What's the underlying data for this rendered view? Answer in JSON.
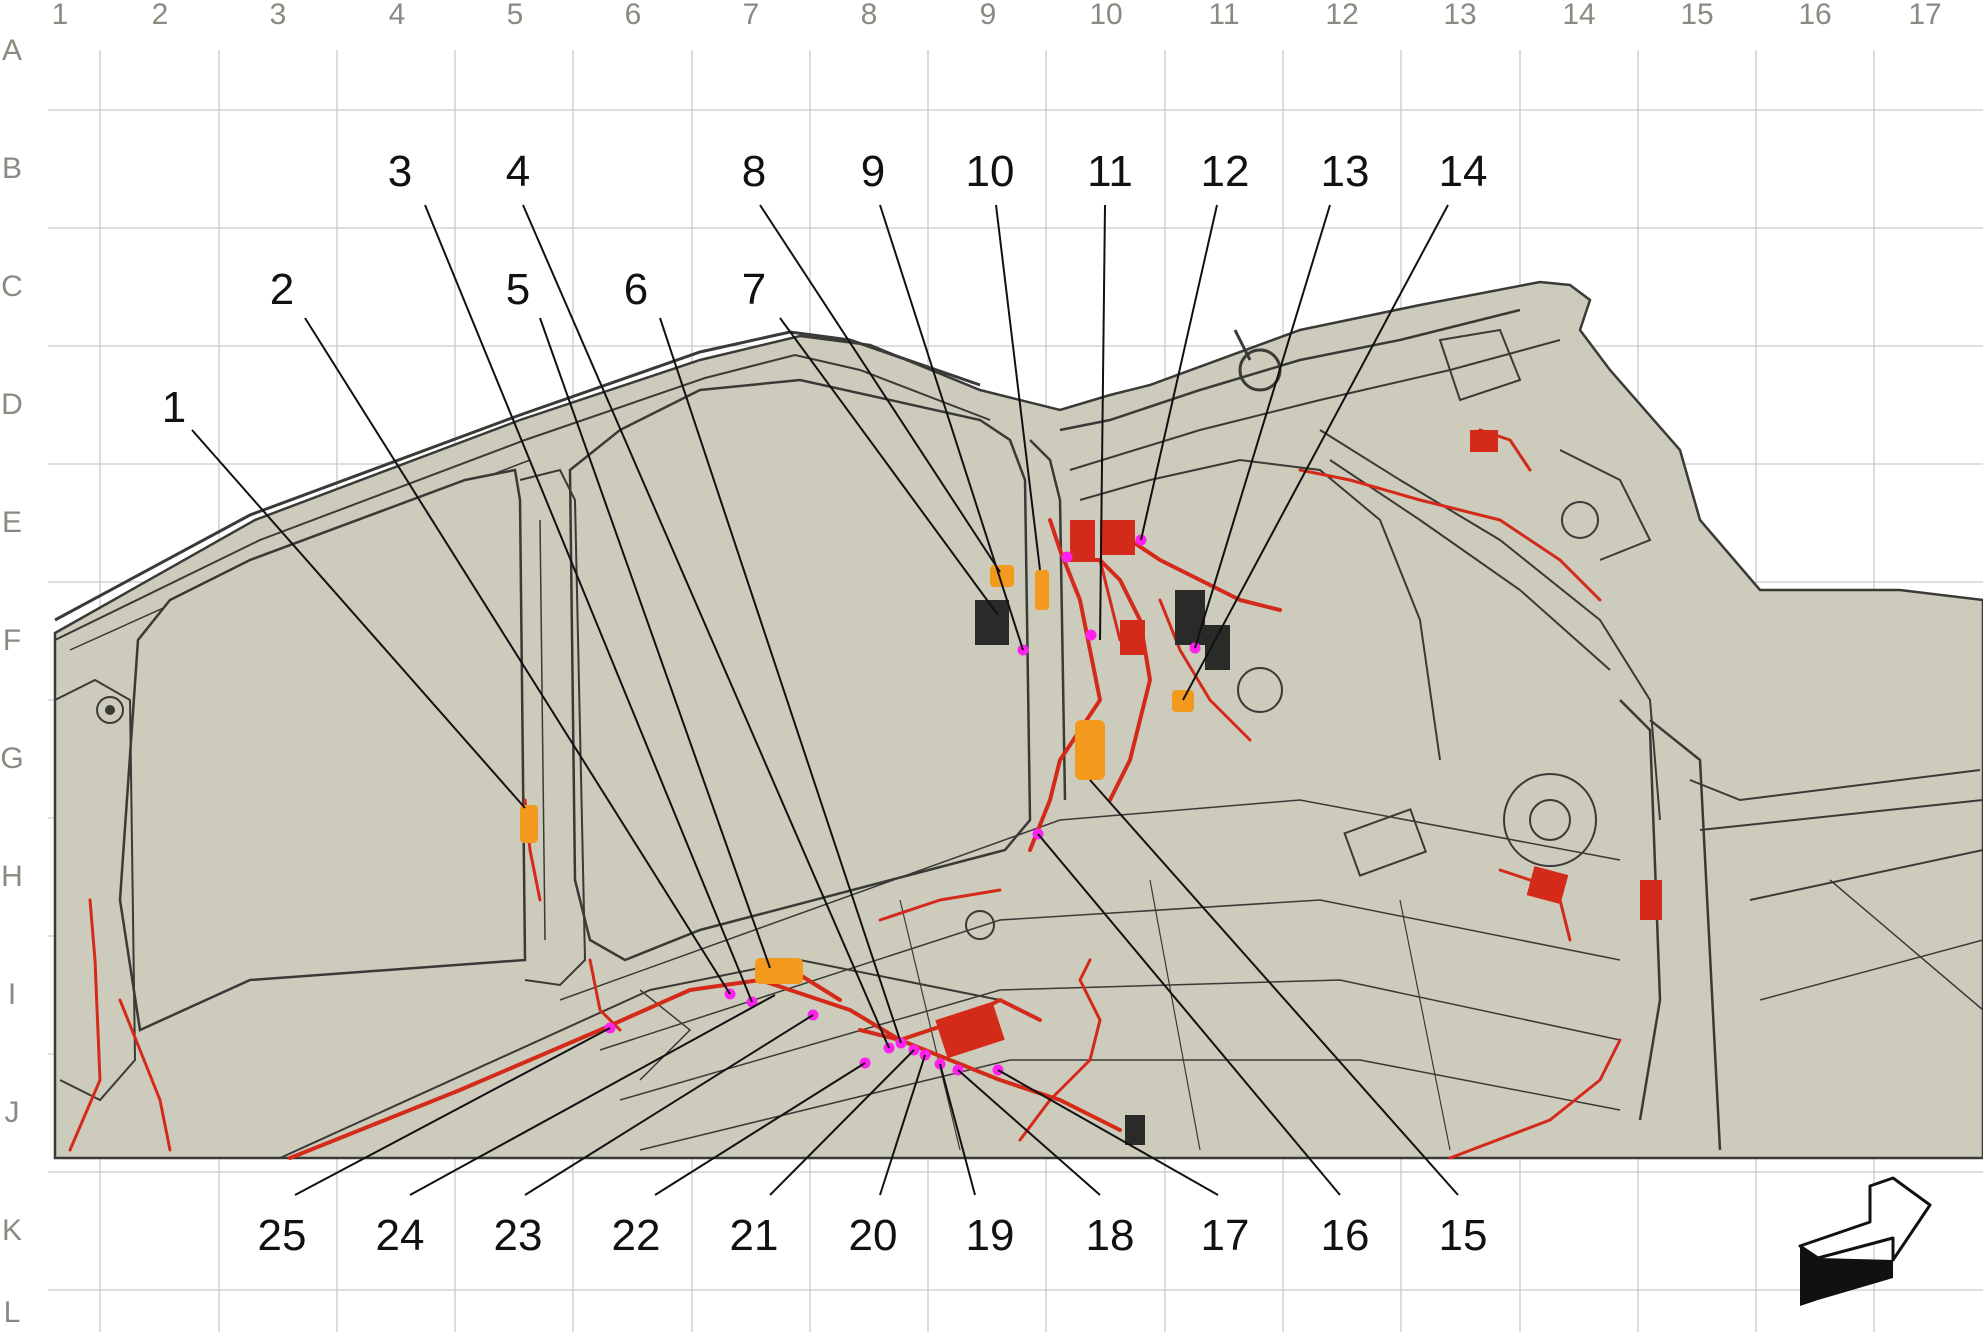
{
  "grid": {
    "columns": [
      "1",
      "2",
      "3",
      "4",
      "5",
      "6",
      "7",
      "8",
      "9",
      "10",
      "11",
      "12",
      "13",
      "14",
      "15",
      "16",
      "17"
    ],
    "rows": [
      "A",
      "B",
      "C",
      "D",
      "E",
      "F",
      "G",
      "H",
      "I",
      "J",
      "K",
      "L"
    ]
  },
  "callouts": {
    "top": [
      "3",
      "4",
      "8",
      "9",
      "10",
      "11",
      "12",
      "13",
      "14",
      "2",
      "5",
      "6",
      "7",
      "1"
    ],
    "bottom": [
      "25",
      "24",
      "23",
      "22",
      "21",
      "20",
      "19",
      "18",
      "17",
      "16",
      "15"
    ]
  },
  "colors": {
    "background": "#ffffff",
    "body_fill": "#cdcbbc",
    "body_line": "#3a3a36",
    "harness": "#d42a1a",
    "connector": "#f39a1e",
    "junction_dot": "#ff22ee",
    "grid_line": "#c9c9c9",
    "grid_label": "#8a8a80"
  },
  "icons": [
    "direction-arrow-icon"
  ]
}
